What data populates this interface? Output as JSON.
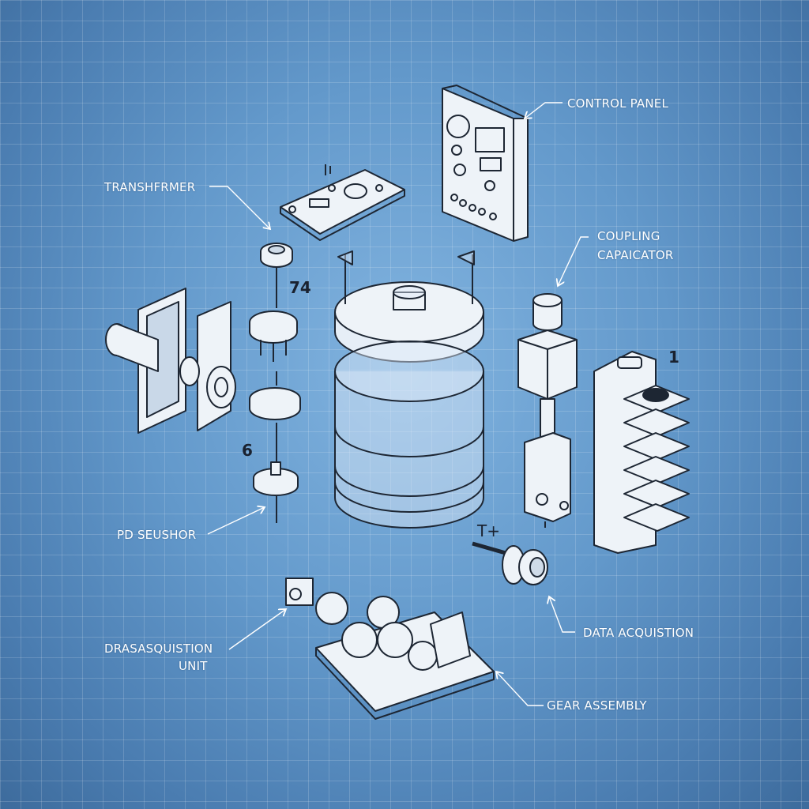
{
  "labels": {
    "control_panel": "CONTROL PANEL",
    "transformer": "TRANSHFRMER",
    "coupling_capacitor_line1": "COUPLING",
    "coupling_capacitor_line2": "CAPAICATOR",
    "pd_sensor": "PD SEUSHOR",
    "drasasquistion_line1": "DRASASQUISTION",
    "drasasquistion_line2": "UNIT",
    "data_acquisition": "DATA ACQUISTION",
    "gear_assembly": "GEAR ASSEMBLY"
  },
  "numbers": {
    "n74": "74",
    "n6": "6",
    "n1": "1",
    "t_plus": "T+"
  },
  "colors": {
    "background": "#6399cb",
    "part_fill": "#eef3f8",
    "outline": "#1d2633",
    "label": "#ffffff"
  }
}
